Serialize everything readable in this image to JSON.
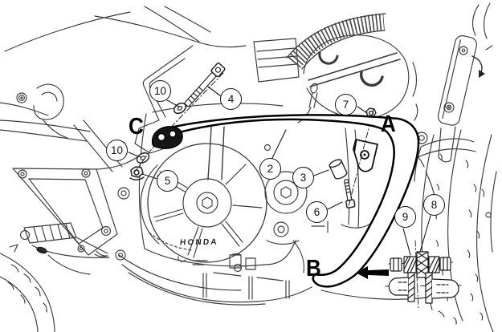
{
  "figure": {
    "type": "technical-illustration",
    "subject": "motorcycle-engine-guard-mounting-diagram",
    "brand_text": "HONDA",
    "colors": {
      "background": "#ffffff",
      "line": "#333333",
      "emphasis": "#000000"
    },
    "letters": [
      {
        "id": "mount-left",
        "label": "C"
      },
      {
        "id": "mount-upper",
        "label": "A"
      },
      {
        "id": "mount-lower",
        "label": "B"
      }
    ],
    "callouts": [
      {
        "id": "washer-upper",
        "label": "10"
      },
      {
        "id": "bolt-long",
        "label": "4"
      },
      {
        "id": "nut-upper",
        "label": "7"
      },
      {
        "id": "washer-lower",
        "label": "10"
      },
      {
        "id": "nut-lower",
        "label": "5"
      },
      {
        "id": "guard-tube",
        "label": "2"
      },
      {
        "id": "spacer",
        "label": "3"
      },
      {
        "id": "bolt-short",
        "label": "6"
      },
      {
        "id": "clamp-strap",
        "label": "9"
      },
      {
        "id": "clamp-bolt",
        "label": "8"
      }
    ]
  }
}
